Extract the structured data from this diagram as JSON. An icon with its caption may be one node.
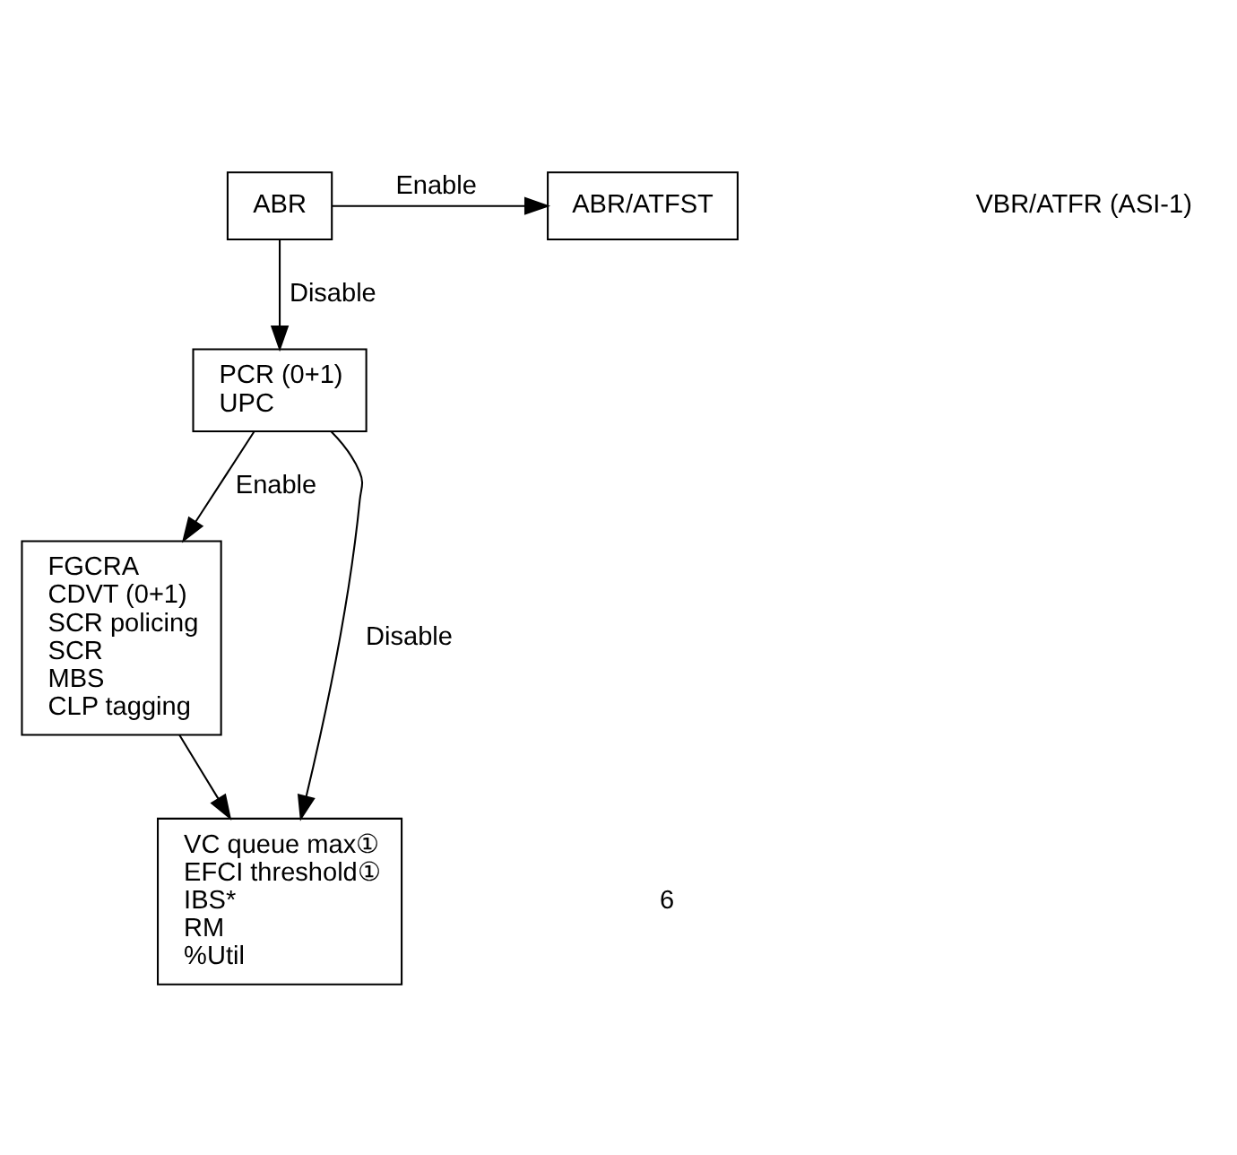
{
  "diagram": {
    "nodes": [
      {
        "text": [
          "ABR"
        ]
      },
      {
        "text": [
          "ABR/ATFST"
        ]
      },
      {
        "text": [
          "PCR (0+1)",
          "UPC"
        ]
      },
      {
        "text": [
          "FGCRA",
          "CDVT (0+1)",
          "SCR policing",
          "SCR",
          "MBS",
          "CLP tagging"
        ]
      },
      {
        "text": [
          "VC queue max①",
          "EFCI threshold①",
          "IBS*",
          "RM",
          "%Util"
        ]
      }
    ],
    "edges": [
      {
        "from": 0,
        "to": 1,
        "arrow": "to",
        "label": "Enable"
      },
      {
        "from": 0,
        "to": 2,
        "arrow": "to",
        "label": "Disable"
      },
      {
        "from": 2,
        "to": 3,
        "arrow": "to",
        "label": "Enable"
      },
      {
        "from": 2,
        "to": 4,
        "arrow": "to",
        "label": "Disable"
      },
      {
        "from": 3,
        "to": 4,
        "arrow": "to"
      }
    ],
    "labels": [
      "VBR/ATFR (ASI-1)",
      "6"
    ]
  }
}
